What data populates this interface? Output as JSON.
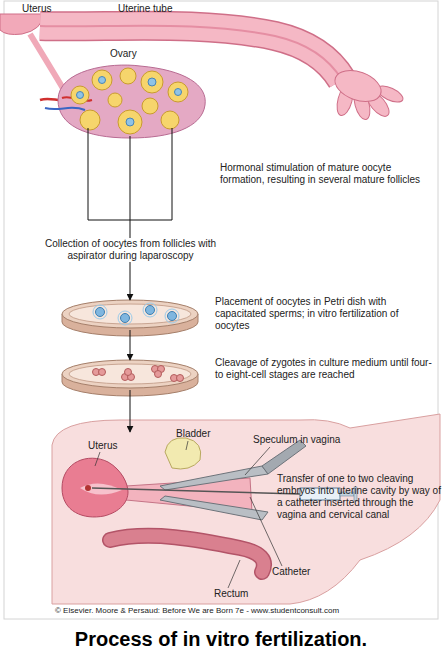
{
  "diagram": {
    "caption": "Process of in vitro fertilization.",
    "nodes": [
      {
        "text": [
          "Hormonal stimulation of mature oocyte formation, resulting in several mature follicles"
        ]
      },
      {
        "text": [
          "Placement of oocytes in Petri dish with capacitated sperms; in vitro fertilization of oocytes"
        ]
      },
      {
        "text": [
          "Cleavage of zygotes in culture medium until four- to eight-cell stages are reached"
        ]
      },
      {
        "text": [
          "Transfer of one to two cleaving embryos into uterine cavity by way of a catheter inserted through the vagina and cervical canal"
        ]
      }
    ],
    "edges": [
      {
        "from": 0,
        "to": 1,
        "arrow": "to",
        "label": "Collection of oocytes from follicles with aspirator during laparoscopy"
      },
      {
        "from": 1,
        "to": 2,
        "arrow": "to"
      },
      {
        "from": 2,
        "to": 3,
        "arrow": "to"
      }
    ],
    "labels": [
      "Uterus",
      "Uterine tube",
      "Ovary",
      "Speculum in vagina",
      "Uterus",
      "Bladder",
      "Catheter",
      "Rectum",
      "© Elsevier. Moore & Persaud: Before We are Born 7e - www.studentconsult.com"
    ]
  }
}
